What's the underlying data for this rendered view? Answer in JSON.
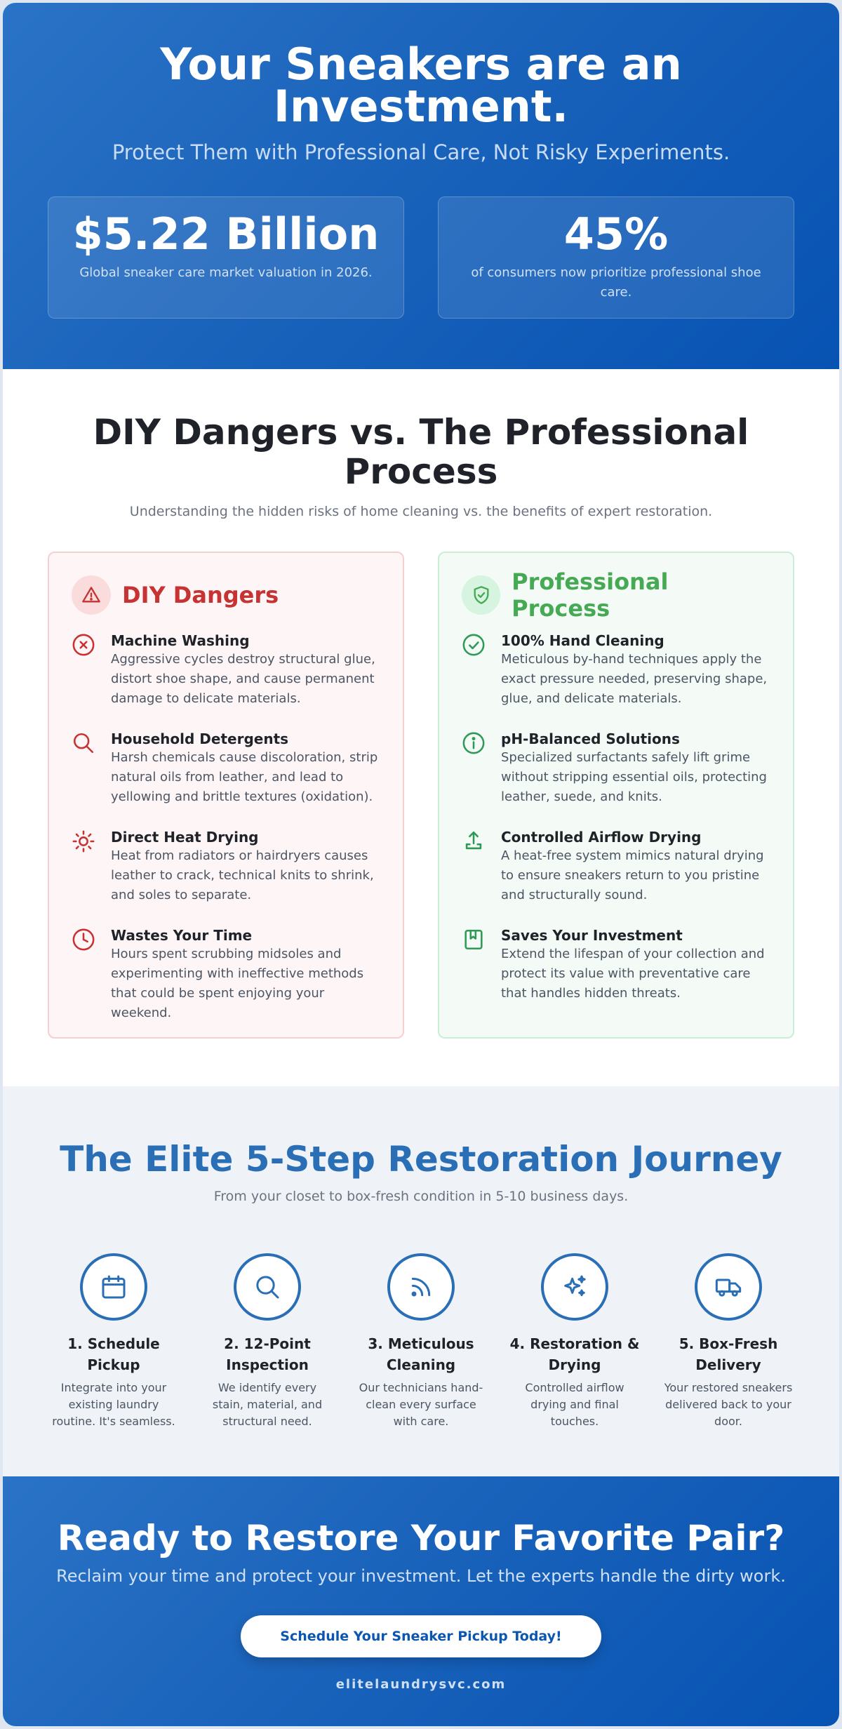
{
  "hero": {
    "title": "Your Sneakers are an Investment.",
    "subtitle": "Protect Them with Professional Care, Not Risky Experiments.",
    "stats": [
      {
        "value": "$5.22 Billion",
        "label": "Global sneaker care market valuation in 2026."
      },
      {
        "value": "45%",
        "label": "of consumers now prioritize professional shoe care."
      }
    ]
  },
  "compare": {
    "title": "DIY Dangers vs. The Professional Process",
    "subtitle": "Understanding the hidden risks of home cleaning vs. the benefits of expert restoration.",
    "diy": {
      "title": "DIY Dangers",
      "icon": "warning-triangle-icon",
      "color": "#c73232",
      "items": [
        {
          "icon": "x-circle-icon",
          "title": "Machine Washing",
          "desc": "Aggressive cycles destroy structural glue, distort shoe shape, and cause permanent damage to delicate materials."
        },
        {
          "icon": "magnifier-icon",
          "title": "Household Detergents",
          "desc": "Harsh chemicals cause discoloration, strip natural oils from leather, and lead to yellowing and brittle textures (oxidation)."
        },
        {
          "icon": "sun-icon",
          "title": "Direct Heat Drying",
          "desc": "Heat from radiators or hairdryers causes leather to crack, technical knits to shrink, and soles to separate."
        },
        {
          "icon": "clock-icon",
          "title": "Wastes Your Time",
          "desc": "Hours spent scrubbing midsoles and experimenting with ineffective methods that could be spent enjoying your weekend."
        }
      ]
    },
    "pro": {
      "title": "Professional Process",
      "icon": "shield-check-icon",
      "color": "#46a953",
      "items": [
        {
          "icon": "check-circle-icon",
          "title": "100% Hand Cleaning",
          "desc": "Meticulous by-hand techniques apply the exact pressure needed, preserving shape, glue, and delicate materials."
        },
        {
          "icon": "info-circle-icon",
          "title": "pH-Balanced Solutions",
          "desc": "Specialized surfactants safely lift grime without stripping essential oils, protecting leather, suede, and knits."
        },
        {
          "icon": "upload-icon",
          "title": "Controlled Airflow Drying",
          "desc": "A heat-free system mimics natural drying to ensure sneakers return to you pristine and structurally sound."
        },
        {
          "icon": "bookmark-book-icon",
          "title": "Saves Your Investment",
          "desc": "Extend the lifespan of your collection and protect its value with preventative care that handles hidden threats."
        }
      ]
    }
  },
  "journey": {
    "title": "The Elite 5-Step Restoration Journey",
    "subtitle": "From your closet to box-fresh condition in 5-10 business days.",
    "accent": "#2a6fb6",
    "steps": [
      {
        "icon": "calendar-icon",
        "title": "1. Schedule Pickup",
        "desc": "Integrate into your existing laundry routine. It's seamless."
      },
      {
        "icon": "search-icon",
        "title": "2. 12-Point Inspection",
        "desc": "We identify every stain, material, and structural need."
      },
      {
        "icon": "signal-icon",
        "title": "3. Meticulous Cleaning",
        "desc": "Our technicians hand-clean every surface with care."
      },
      {
        "icon": "sparkles-icon",
        "title": "4. Restoration & Drying",
        "desc": "Controlled airflow drying and final touches."
      },
      {
        "icon": "truck-icon",
        "title": "5. Box-Fresh Delivery",
        "desc": "Your restored sneakers delivered back to your door."
      }
    ]
  },
  "cta": {
    "title": "Ready to Restore Your Favorite Pair?",
    "subtitle": "Reclaim your time and protect your investment. Let the experts handle the dirty work.",
    "button": "Schedule Your Sneaker Pickup Today!",
    "website": "elitelaundrysvc.com"
  }
}
